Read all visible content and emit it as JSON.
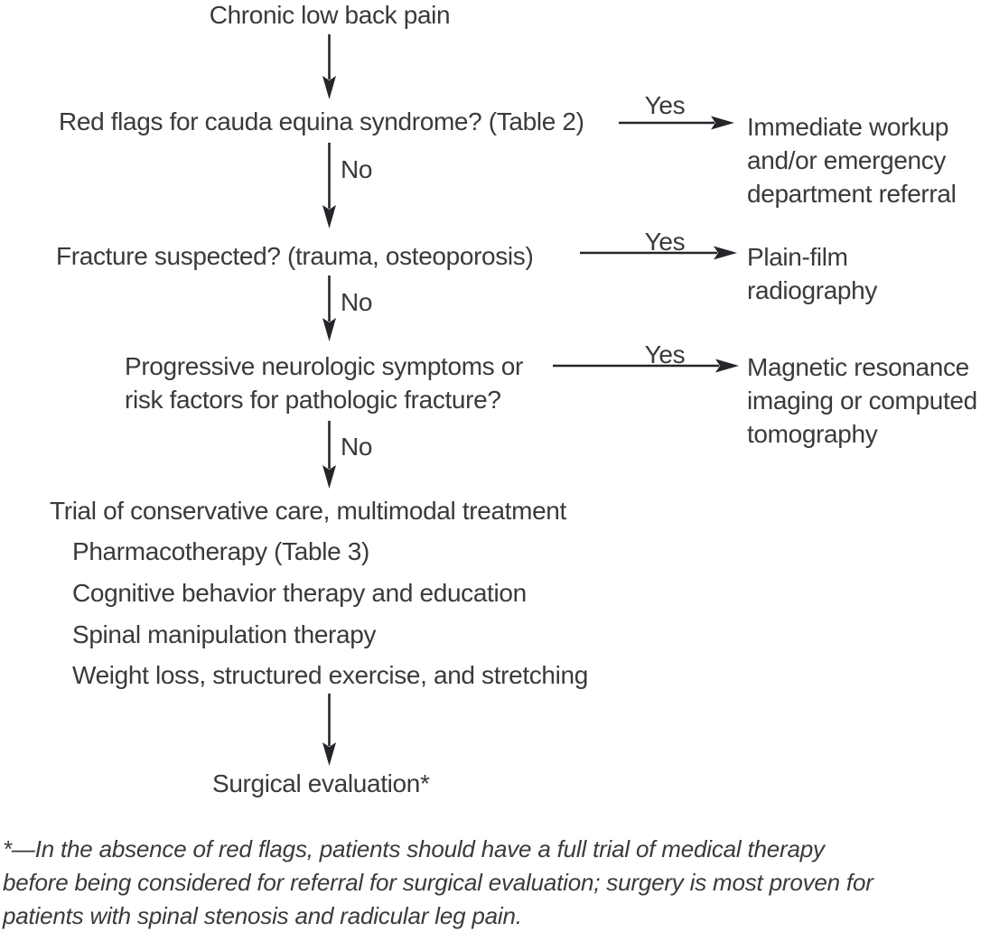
{
  "colors": {
    "text_color": "#3a393b",
    "arrow_color": "#27242a",
    "background": "#ffffff"
  },
  "flowchart": {
    "title": "Chronic low back pain",
    "decisions": [
      {
        "question": "Red flags for cauda equina syndrome? (Table 2)",
        "yes_label": "Yes",
        "no_label": "No",
        "outcome_lines": [
          "Immediate workup",
          "and/or emergency",
          "department referral"
        ]
      },
      {
        "question": "Fracture suspected? (trauma, osteoporosis)",
        "yes_label": "Yes",
        "no_label": "No",
        "outcome_lines": [
          "Plain-film",
          "radiography"
        ]
      },
      {
        "question_lines": [
          "Progressive neurologic symptoms or",
          "risk factors for pathologic fracture?"
        ],
        "yes_label": "Yes",
        "no_label": "No",
        "outcome_lines": [
          "Magnetic resonance",
          "imaging or computed",
          "tomography"
        ]
      }
    ],
    "conservative_care": {
      "heading": "Trial of conservative care, multimodal treatment",
      "items": [
        "Pharmacotherapy (Table 3)",
        "Cognitive behavior therapy and education",
        "Spinal manipulation therapy",
        "Weight loss, structured exercise, and stretching"
      ]
    },
    "final_step": "Surgical evaluation*",
    "footnote_lines": [
      "*—In the absence of red flags, patients should have a full trial of medical therapy",
      "before being considered for referral for surgical evaluation; surgery is most proven for",
      "patients with spinal stenosis and radicular leg pain."
    ]
  }
}
